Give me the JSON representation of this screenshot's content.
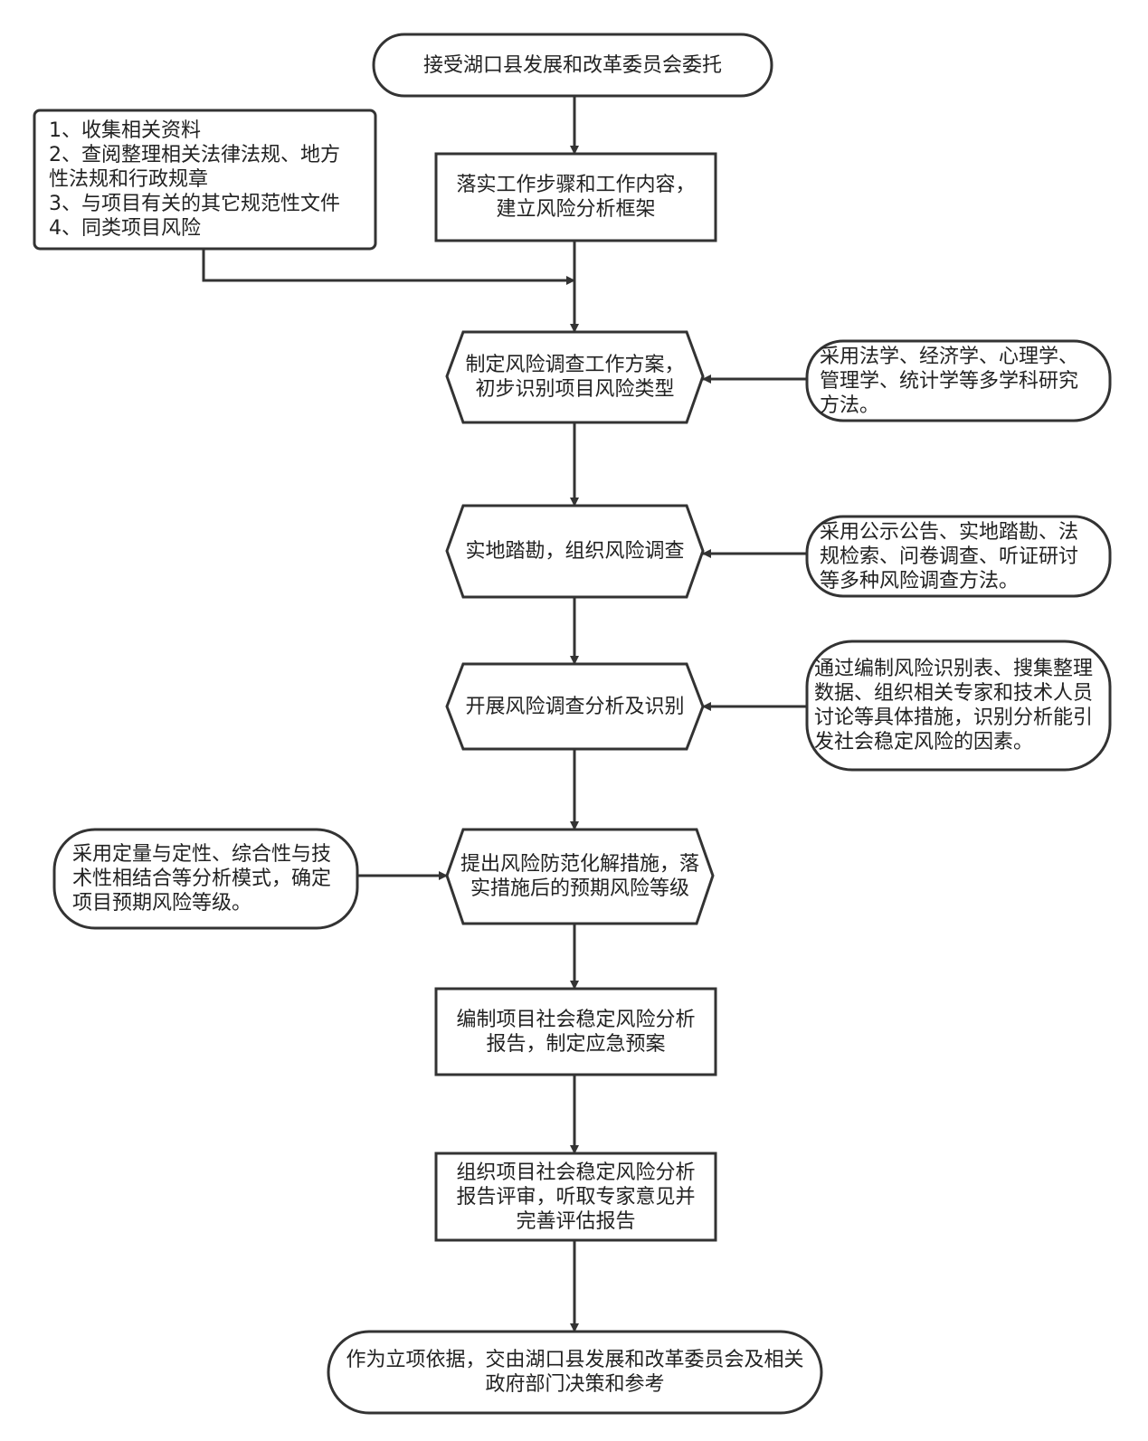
{
  "nodes": {
    "start": "接受湖口县发展和改革委员会委托",
    "step1": "落实工作步骤和工作内容，\n建立风险分析框架",
    "step2": "制定风险调查工作方案，\n初步识别项目风险类型",
    "step3": "实地踏勘，组织风险调查",
    "step4": "开展风险调查分析及识别",
    "step5": "提出风险防范化解措施，落\n实措施后的预期风险等级",
    "step6": "编制项目社会稳定风险分析\n报告，制定应急预案",
    "step7": "组织项目社会稳定风险分析\n报告评审，听取专家意见并\n完善评估报告",
    "end": "作为立项依据，交由湖口县发展和改革委员会及相关\n政府部门决策和参考"
  },
  "notes": {
    "materials": "1、收集相关资料\n2、查阅整理相关法律法规、地方\n性法规和行政规章\n3、与项目有关的其它规范性文件\n4、同类项目风险",
    "methods": "采用法学、经济学、心理学、\n管理学、统计学等多学科研究\n方法。",
    "survey_methods": "采用公示公告、实地踏勘、法\n规检索、问卷调查、听证研讨\n等多种风险调查方法。",
    "identification": "通过编制风险识别表、搜集整理\n数据、组织相关专家和技术人员\n讨论等具体措施，识别分析能引\n发社会稳定风险的因素。",
    "analysis_mode": "采用定量与定性、综合性与技\n术性相结合等分析模式，确定\n项目预期风险等级。"
  }
}
